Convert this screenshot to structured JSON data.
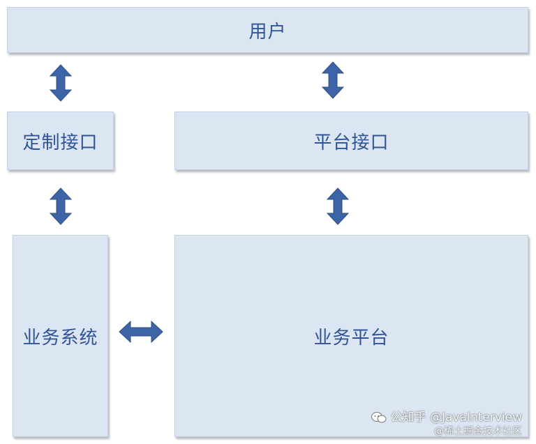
{
  "boxes": {
    "user": "用户",
    "custom_interface": "定制接口",
    "platform_interface": "平台接口",
    "business_system": "业务系统",
    "business_platform": "业务平台"
  },
  "colors": {
    "box_fill": "#dce6f2",
    "box_text": "#2f5496",
    "arrow_fill": "#3d64a6",
    "arrow_stroke": "#2f4f86"
  },
  "watermark": {
    "line1": "公知乎 @JavaInterview",
    "line2": "@稀土掘金技术社区"
  }
}
